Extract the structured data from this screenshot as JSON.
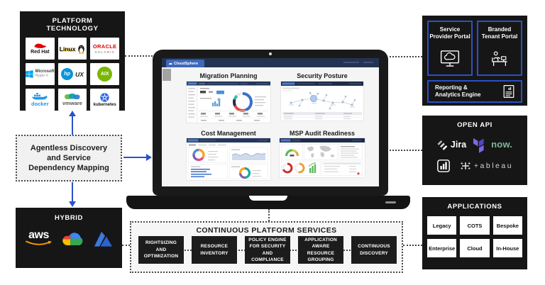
{
  "palette": {
    "accent_blue": "#2b52c5",
    "box_black": "#161616",
    "portal_border_blue": "#2b50c7",
    "dashboard_header_navy": "#24375a"
  },
  "platform_technology": {
    "title": "PLATFORM TECHNOLOGY",
    "logos": [
      {
        "name": "red-hat",
        "label": "Red Hat"
      },
      {
        "name": "linux",
        "label": "Linux"
      },
      {
        "name": "oracle-solaris",
        "label": "ORACLE",
        "sublabel": "SOLARIS"
      },
      {
        "name": "microsoft-hyper-v",
        "label": "Microsoft",
        "sublabel": "Hyper-V"
      },
      {
        "name": "hp-ux",
        "label": "hp",
        "sublabel": "UX"
      },
      {
        "name": "aix",
        "label": "AIX"
      },
      {
        "name": "docker",
        "label": "docker"
      },
      {
        "name": "vmware",
        "label": "vmware"
      },
      {
        "name": "kubernetes",
        "label": "kubernetes"
      }
    ]
  },
  "agentless_mapping": {
    "label": "Agentless Discovery and Service Dependency Mapping"
  },
  "hybrid": {
    "title": "HYBRID",
    "aws_label": "aws",
    "logos": [
      "AWS",
      "Google Cloud",
      "Microsoft Azure"
    ]
  },
  "laptop": {
    "app_name": "CloudSphere",
    "tab_cloud_glyph": "☁",
    "panels": [
      {
        "title": "Migration Planning"
      },
      {
        "title": "Security Posture"
      },
      {
        "title": "Cost Management"
      },
      {
        "title": "MSP Audit Readiness"
      }
    ]
  },
  "portals": {
    "service_provider_label": "Service Provider Portal",
    "branded_tenant_label": "Branded Tenant Portal",
    "reporting_label": "Reporting & Analytics Engine"
  },
  "open_api": {
    "title": "OPEN API",
    "jira_label": "Jira",
    "servicenow_label": "now.",
    "tableau_label": "+ableau",
    "logos": [
      "Jira",
      "Terraform",
      "ServiceNow",
      "Power BI",
      "Tableau"
    ]
  },
  "applications": {
    "title": "APPLICATIONS",
    "items": [
      "Legacy",
      "COTS",
      "Bespoke",
      "Enterprise",
      "Cloud",
      "In-House"
    ]
  },
  "continuous_platform_services": {
    "title": "CONTINUOUS PLATFORM SERVICES",
    "services": [
      "RIGHTSIZING AND OPTIMIZATION",
      "RESOURCE INVENTORY",
      "POLICY ENGINE FOR SECURITY AND COMPLIANCE",
      "APPLICATION AWARE RESOURCE GROUPING",
      "CONTINUOUS DISCOVERY"
    ]
  }
}
